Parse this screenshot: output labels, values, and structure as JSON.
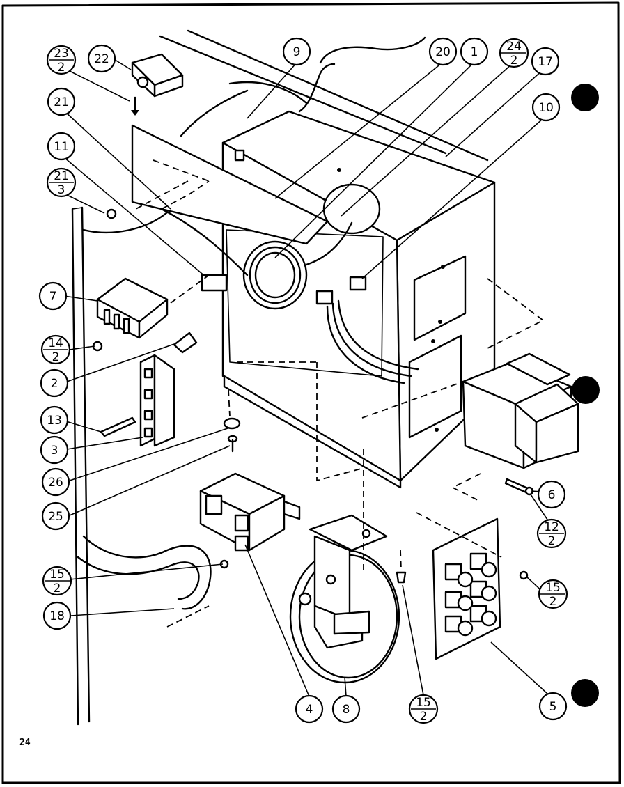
{
  "page_number": "24",
  "callouts": {
    "c1": {
      "top": "1"
    },
    "c2": {
      "top": "2"
    },
    "c3": {
      "top": "3"
    },
    "c4": {
      "top": "4"
    },
    "c5": {
      "top": "5"
    },
    "c6": {
      "top": "6"
    },
    "c7": {
      "top": "7"
    },
    "c8": {
      "top": "8"
    },
    "c9": {
      "top": "9"
    },
    "c10": {
      "top": "10"
    },
    "c11": {
      "top": "11"
    },
    "c13": {
      "top": "13"
    },
    "c17": {
      "top": "17"
    },
    "c18": {
      "top": "18"
    },
    "c20": {
      "top": "20"
    },
    "c21": {
      "top": "21"
    },
    "c22": {
      "top": "22"
    },
    "c25": {
      "top": "25"
    },
    "c26": {
      "top": "26"
    },
    "c23_2": {
      "top": "23",
      "bottom": "2"
    },
    "c24_2": {
      "top": "24",
      "bottom": "2"
    },
    "c21_3": {
      "top": "21",
      "bottom": "3"
    },
    "c14_2": {
      "top": "14",
      "bottom": "2"
    },
    "c12_2": {
      "top": "12",
      "bottom": "2"
    },
    "c15_2a": {
      "top": "15",
      "bottom": "2"
    },
    "c15_2b": {
      "top": "15",
      "bottom": "2"
    },
    "c15_2c": {
      "top": "15",
      "bottom": "2"
    }
  }
}
